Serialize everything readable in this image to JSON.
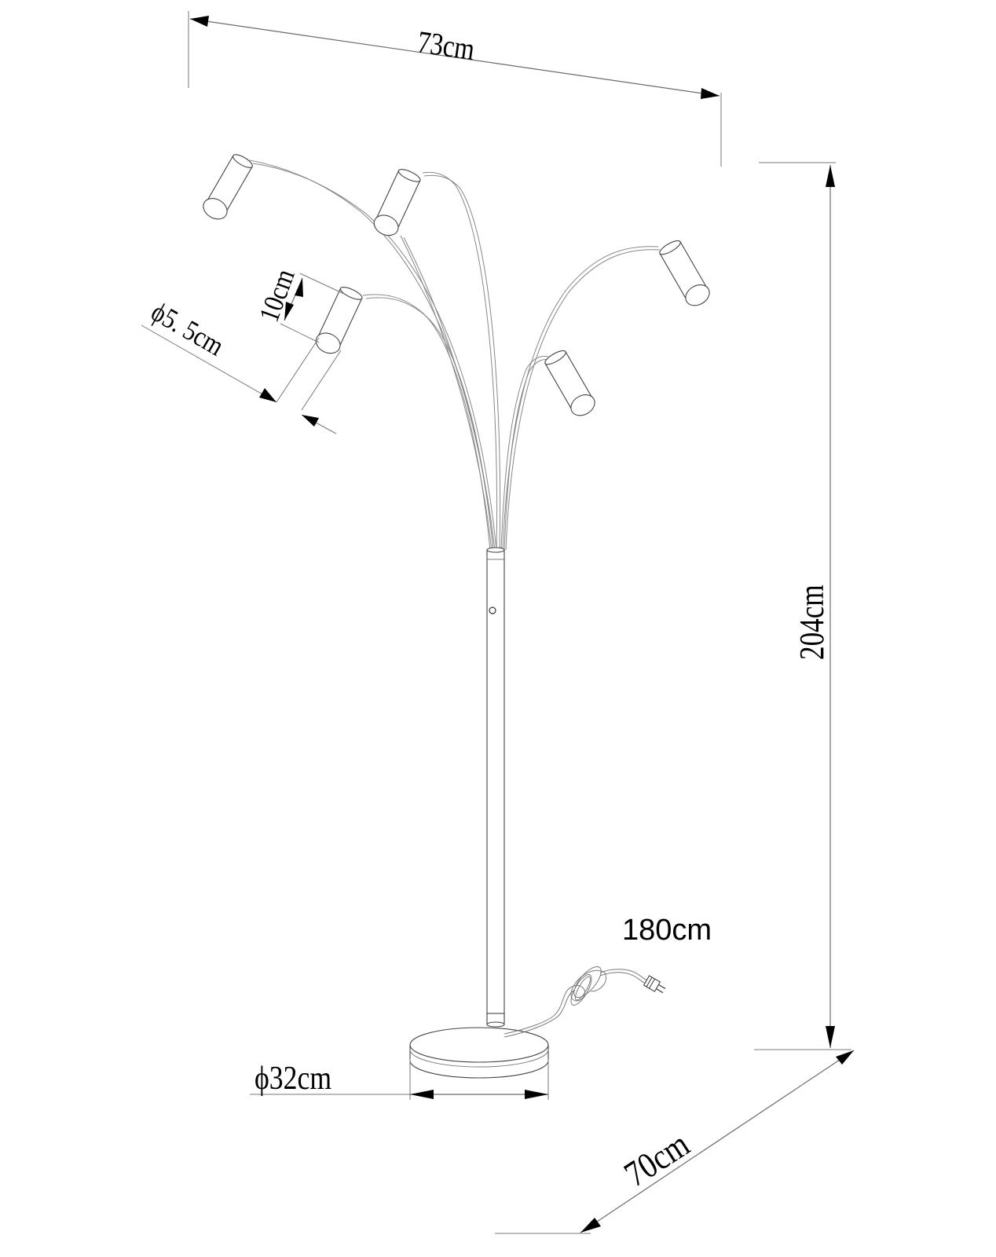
{
  "diagram": {
    "title": "Floor lamp dimension drawing",
    "colors": {
      "line": "#7a7a7a",
      "arrow": "#000000",
      "background": "#ffffff"
    },
    "dimensions": {
      "width_top": "73cm",
      "height_total": "204cm",
      "depth": "70cm",
      "base_diameter": "ϕ32cm",
      "shade_length": "10cm",
      "shade_diameter": "ϕ5. 5cm",
      "cable_length": "180cm"
    },
    "components": {
      "shades": [
        "shade-1",
        "shade-2",
        "shade-3",
        "shade-4",
        "shade-5"
      ],
      "parts": [
        "arms",
        "pole",
        "switch",
        "base",
        "power-cable",
        "plug"
      ]
    }
  }
}
